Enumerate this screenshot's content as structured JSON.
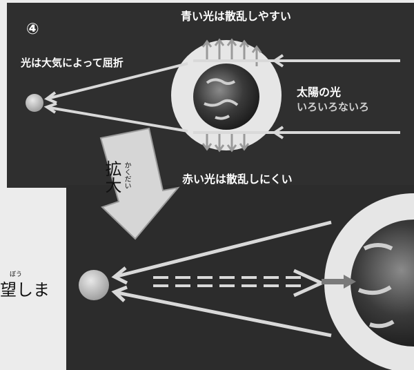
{
  "top": {
    "step_number": "④",
    "blue_label": "青い光は散乱しやすい",
    "refract_label": "光は大気によって屈折",
    "sunlight_label": "太陽の光",
    "various_label": "いろいろないろ",
    "red_label": "赤い光は散乱しにくい"
  },
  "zoom": {
    "kanji": "拡大",
    "furigana": "かくだい"
  },
  "cropped": {
    "ruby": "ぼう",
    "text": "望しま"
  },
  "colors": {
    "panel_dark": "#2f2f2f",
    "arrow_light": "#d9d9d9",
    "atmosphere": "#e6e6e6",
    "moon": "#bdbdbd"
  }
}
